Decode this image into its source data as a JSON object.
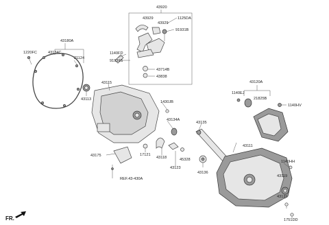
{
  "labels": {
    "p43920": "43920",
    "p43929a": "43929",
    "p43929b": "43929",
    "p1125DA": "1125DA",
    "p91931B": "91931B",
    "p43180A": "43180A",
    "p43134C": "43134C",
    "p1220FC": "1220FC",
    "p21124": "21124",
    "p1140FD": "1140FD",
    "p91931S": "91931S",
    "p43714B": "43714B",
    "p43838": "43838",
    "p43115": "43115",
    "p43113": "43113",
    "p1430JB": "1430JB",
    "p43134A": "43134A",
    "p43120A": "43120A",
    "p1140EJ": "1140EJ",
    "p21825B": "21825B",
    "p1140HV": "1140HV",
    "p43135": "43135",
    "p43111": "43111",
    "p43175": "43175",
    "p17121": "17121",
    "p43118": "43118",
    "p43123": "43123",
    "p45328": "45328",
    "p43136": "43136",
    "p1140HH": "1140HH",
    "p43119": "43119",
    "p43121": "43121",
    "p1751DD": "1751DD",
    "ref": "REF.43-430A",
    "fr": "FR."
  }
}
